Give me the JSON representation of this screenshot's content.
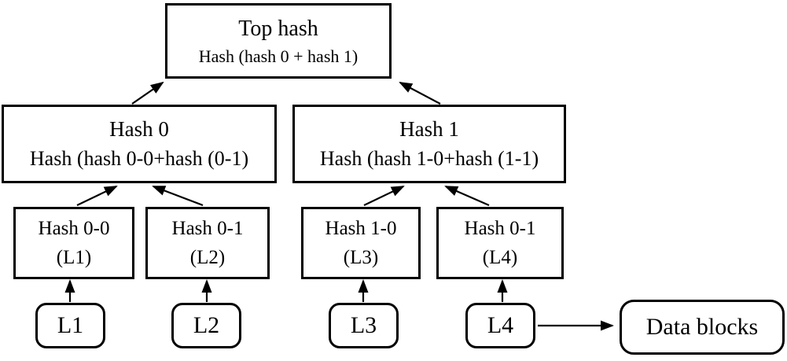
{
  "nodes": {
    "top": {
      "title": "Top hash",
      "subtitle": "Hash (hash 0 + hash 1)"
    },
    "hash0": {
      "title": "Hash 0",
      "subtitle": "Hash (hash 0-0+hash (0-1)"
    },
    "hash1": {
      "title": "Hash 1",
      "subtitle": "Hash (hash 1-0+hash (1-1)"
    },
    "leaf_0_0": {
      "title": "Hash 0-0",
      "subtitle": "(L1)"
    },
    "leaf_0_1": {
      "title": "Hash 0-1",
      "subtitle": "(L2)"
    },
    "leaf_1_0": {
      "title": "Hash 1-0",
      "subtitle": "(L3)"
    },
    "leaf_1_1": {
      "title": "Hash 0-1",
      "subtitle": "(L4)"
    },
    "block_l1": {
      "label": "L1"
    },
    "block_l2": {
      "label": "L2"
    },
    "block_l3": {
      "label": "L3"
    },
    "block_l4": {
      "label": "L4"
    },
    "data_blocks": {
      "label": "Data blocks"
    }
  },
  "edges": [
    {
      "from": "hash0",
      "to": "top"
    },
    {
      "from": "hash1",
      "to": "top"
    },
    {
      "from": "leaf_0_0",
      "to": "hash0"
    },
    {
      "from": "leaf_0_1",
      "to": "hash0"
    },
    {
      "from": "leaf_1_0",
      "to": "hash1"
    },
    {
      "from": "leaf_1_1",
      "to": "hash1"
    },
    {
      "from": "block_l1",
      "to": "leaf_0_0"
    },
    {
      "from": "block_l2",
      "to": "leaf_0_1"
    },
    {
      "from": "block_l3",
      "to": "leaf_1_0"
    },
    {
      "from": "block_l4",
      "to": "leaf_1_1"
    },
    {
      "from": "block_l4",
      "to": "data_blocks"
    }
  ],
  "colors": {
    "line": "#000000",
    "box_border": "#000000",
    "box_fill": "#ffffff",
    "background": "#ffffff"
  }
}
